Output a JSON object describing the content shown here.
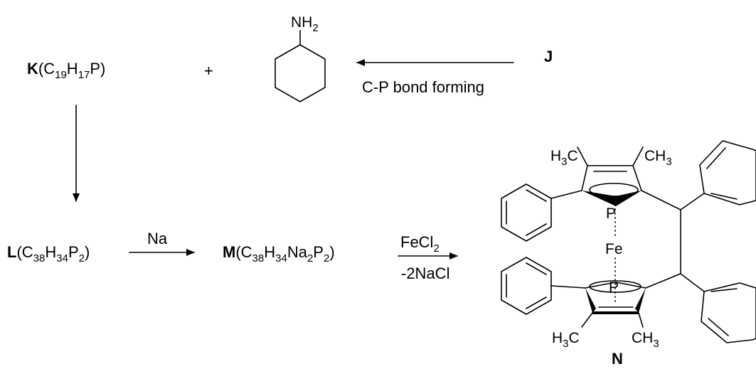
{
  "compounds": {
    "K": {
      "letter": "K",
      "open": "(C",
      "n1": "19",
      "h": "H",
      "n2": "17",
      "tail": "P)"
    },
    "L": {
      "letter": "L",
      "open": "(C",
      "n1": "38",
      "h": "H",
      "n2": "34",
      "p": "P",
      "n3": "2",
      "close": ")"
    },
    "M": {
      "letter": "M",
      "open": "(C",
      "n1": "38",
      "h": "H",
      "n2": "34",
      "na": "Na",
      "n3": "2",
      "p": "P",
      "n4": "2",
      "close": ")"
    },
    "J": "J",
    "N": "N"
  },
  "plus_sign": "+",
  "amine": {
    "atom": "NH",
    "sub": "2"
  },
  "reagents": {
    "jk_arrow": "C-P bond forming",
    "lm_arrow": "Na",
    "mn_arrow_top": {
      "main": "FeCl",
      "sub": "2"
    },
    "mn_arrow_bottom": "-2NaCl"
  },
  "ferrocene": {
    "p_atom": "P",
    "fe_atom": "Fe",
    "methyl_h3c": {
      "a": "H",
      "b": "3",
      "c": "C"
    },
    "methyl_ch3": {
      "a": "CH",
      "b": "3"
    }
  }
}
